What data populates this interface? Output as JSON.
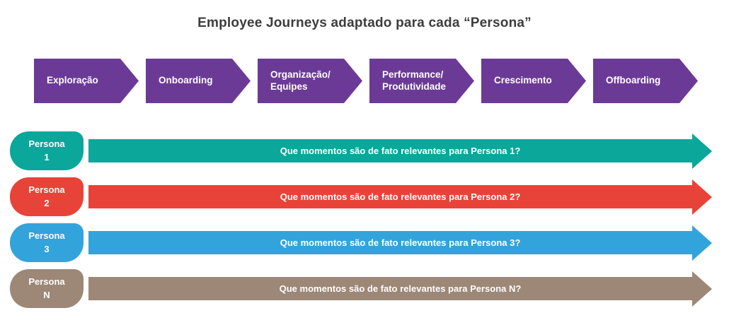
{
  "title": "Employee Journeys adaptado para cada “Persona”",
  "title_color": "#3d3d3d",
  "stage_color": "#6b3a96",
  "stages": [
    {
      "label": "Exploração"
    },
    {
      "label": "Onboarding"
    },
    {
      "label": "Organização/\nEquipes"
    },
    {
      "label": "Performance/\nProdutividade"
    },
    {
      "label": "Crescimento"
    },
    {
      "label": "Offboarding"
    }
  ],
  "personas": [
    {
      "name": "Persona\n1",
      "question": "Que momentos são de fato relevantes para Persona 1?",
      "color": "#0aa79a"
    },
    {
      "name": "Persona\n2",
      "question": "Que momentos são de fato relevantes para Persona 2?",
      "color": "#e84338"
    },
    {
      "name": "Persona\n3",
      "question": "Que momentos são de fato relevantes para Persona 3?",
      "color": "#33a3db"
    },
    {
      "name": "Persona\nN",
      "question": "Que momentos são de fato relevantes para Persona N?",
      "color": "#9d8777"
    }
  ]
}
